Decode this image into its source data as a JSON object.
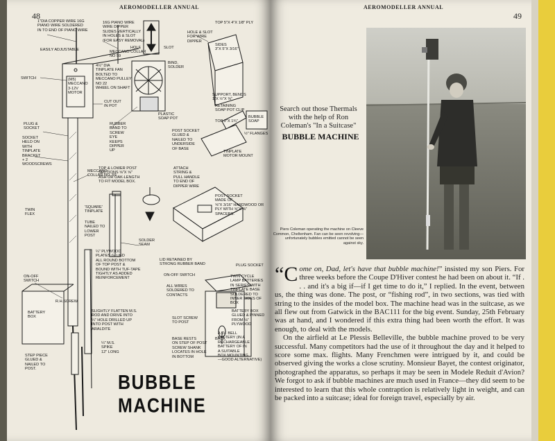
{
  "running_head_left": "AEROMODELLER ANNUAL",
  "running_head_right": "AEROMODELLER ANNUAL",
  "page_left": "48",
  "page_right": "49",
  "diagram_title": "BUBBLE MACHINE",
  "labels": {
    "copper_wire": "1\"DIA COPPER WIRE 16g\nPIANO WIRE SOLDERED\nIN TO END OF PIANO WIRE",
    "easily_adjustable": "EASILY ADJUSTABLE",
    "piano_wire": "16g PIANO WIRE\nWIRE DIPPER\nSLIDES VERTICALLY\nIN HOLES & SLOT\n(FOR EASY REMOVAL)",
    "hole": "HOLE",
    "slot": "SLOT",
    "hole_slot": "HOLE & SLOT\nFOR WIRE\nDIPPER",
    "top_ply": "TOP 5\"x 4\"x 1/8\" PLY",
    "sides": "SIDES\n3\"x 5\"x 3/16\"",
    "meccano_collar": "MECCANO COLLAR\nNo 59",
    "tinplate_fan": "4½\" DIA\nTINPLATE FAN\nBOLTED TO\nMECCANO PULLEY\nNo 22\nWHEEL ON SHAFT",
    "bind_solder": "BIND,\nSOLDER",
    "switch": "SWITCH",
    "m5": "(M5)\nMECCANO\n3-12v\nMOTOR",
    "cut_out": "CUT OUT\nIN POT",
    "rubber_band": "RUBBER\nBAND TO\nSCREW\nEYE\nKEEPS\nDIPPER\nUP",
    "plastic_pot": "PLASTIC\nSOAP POT",
    "support": "SUPPORT, BENDS\n1\"x ½\"x ⅜\"",
    "retaining_clip": "RETAINING\nSOAP POT CLIP",
    "soap_label": "BUBBLE\nSOAP",
    "plug_socket": "PLUG &\nSOCKET",
    "socket_held": "SOCKET\nHELD ON\nWITH\nTINPLATE\nBRACKET\n+ 2\nWOODSCREWS",
    "meccano_collar_59": "MECCANO\nCOLLAR No. 59",
    "post_socket": "POST SOCKET\nGLUED &\nNAILED TO\nUNDERSIDE\nOF BASE",
    "top_tinplate": "TOP 2\"x 1¾\"",
    "flanges": "½\" FLANGES",
    "tinplate_motor": "TINPLATE\nMOTOR MOUNT",
    "top_lower_post": "TOP & LOWER POST\nSECTIONS ⅝\"x ⅝\"\nASH OR OAK-LENGTH\nTO FIT MODEL BOX.",
    "attach_string": "ATTACH\nSTRING &\nPULL HANDLE\nTO END OF\nDIPPER WIRE",
    "post_socket_made": "POST SOCKET\nMADE OF\n⅝\"x 3/16\" HARDWOOD OR\nPLY WITH ⅝\"x ⅝\"\nSPACERS.",
    "twin_flex": "TWIN\nFLEX",
    "square_tinplate": "'SQUARE'\nTINPLATE",
    "tube_nailed": "TUBE\nNAILED TO\nLOWER\nPOST",
    "solder_seam": "SOLDER\nSEAM",
    "plywood_plates": "¼\" PLYWOOD\nPLATES GLUED\nALL ROUND BOTTOM\nOF TOP POST &\nBOUND WITH TUF-TAPE\nTIGHTLY AS ADDED\nREINFORCEMENT",
    "lid_retained": "LID RETAINED BY\nSTRONG RUBBER BAND",
    "plug_socket2": "PLUG SOCKET",
    "on_off_switch": "ON-OFF SWITCH",
    "twin_cycle": "TWIN CYCLE\nLAMP BATTERIES\nIN SERIES WITH\nTINPLATE BASE\nSOLDERED TO\nINNER SIDES OF BOX",
    "all_wires": "ALL WIRES\nSOLDERED TO\nCONTACTS",
    "on_off_switch2": "ON-OFF\nSWITCH",
    "rh_screw": "R.H.SCREW",
    "battery_box": "BATTERY\nBOX",
    "slightly_flatten": "SLIGHTLY FLATTEN M.S.\nROD AND DRIVE INTO\n¼\" HOLE DRILLED UP\nINTO POST WITH\nARALDITE",
    "slot_screw": "SLOT SCREW\nTO POST",
    "battery_box_glued": "BATTERY BOX\nGLUED & PINNED\nFROM ⅛\"\nPLYWOOD",
    "back": "BACK",
    "base_rests": "BASE RESTS\nON STEP OF POST\nSCREW SHANK\nLOCATES IN HOLE\nIN BOTTOM",
    "ms_spike": "¼\" M.S.\nSPIKE\n12\" LONG",
    "bell_battery": "A 6v. BELL\nBATTERY (in a\nRECHARGEABLE\nBATTERY OF in\nA SUITABLE\nBOX MOUNTING\n—GOOD ALTERNATIVE)",
    "step_piece": "STEP PIECE\nGLUED &\nNAILED TO\nPOST."
  },
  "intro_caption": "Search out those Thermals with the help of Ron Coleman's \"In a Suitcase\"",
  "intro_title": "BUBBLE MACHINE",
  "photo_caption": "Piers Coleman operating the machine on Cleeve Common, Cheltenham. Fan can be seen revolving—unfortunately bubbles emitted cannot be seen against sky.",
  "paragraphs": [
    {
      "dropcap": "“C",
      "italic_lead": "ome on, Dad, let's have that bubble machine!",
      "text": "” insisted my son Piers. For three weeks before the Coupe D'Hiver contest he had been on about it. “If . . . and it's a big if—if I get time to do it,” I replied. In the event, between us, the thing was done. The post, or “fishing rod”, in two sections, was tied with string to the insides of the model box. The machine head was in the suitcase, as we all flew out from Gatwick in the BAC111 for the big event. Sunday, 25th February was at hand, and I wondered if this extra thing had been worth the effort. It was enough, to deal with the models."
    },
    {
      "text": "On the airfield at Le Plessis Belleville, the bubble machine proved to be very successful. Many competitors had the use of it throughout the day and it helped to score some max. flights. Many Frenchmen were intrigued by it, and could be observed giving the works a close scrutiny. Monsieur Bayet, the contest originator, photographed the apparatus, so perhaps it may be seen in Modele Reduit d'Avion? We forgot to ask if bubble machines are much used in France—they did seem to be interested to learn that this whole contraption is relatively light in weight, and can be packed into a suitcase; ideal for foreign travel, especially by air."
    }
  ]
}
